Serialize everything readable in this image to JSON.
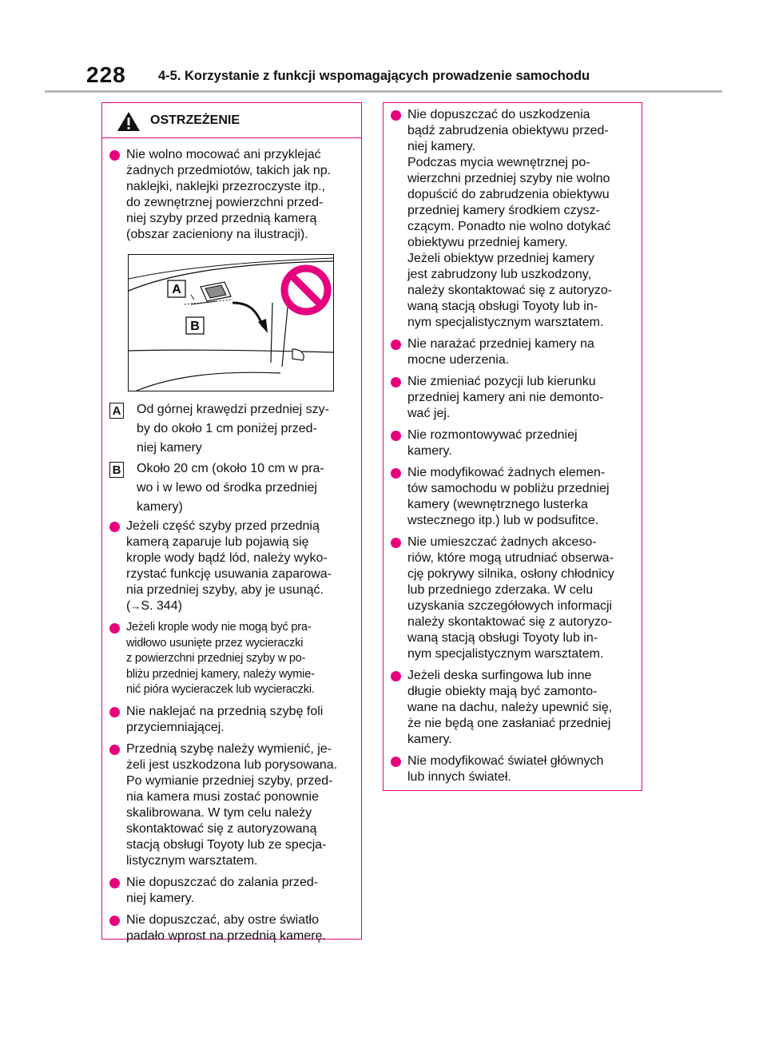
{
  "header": {
    "page_number": "228",
    "section_title": "4-5. Korzystanie z funkcji wspomagających prowadzenie samochodu"
  },
  "warning": {
    "title": "OSTRZEŻENIE"
  },
  "left_column": {
    "item1": [
      "Nie wolno mocować ani przyklejać",
      "żadnych przedmiotów, takich jak np.",
      "naklejki, naklejki przezroczyste itp.,",
      "do zewnętrznej powierzchni przed-",
      "niej szyby przed przednią kamerą",
      "(obszar zacieniony na ilustracji)."
    ],
    "figure_labels": {
      "a": "A",
      "b": "B"
    },
    "legend_a": [
      "Od górnej krawędzi przedniej szy-",
      "by do około 1 cm poniżej przed-",
      "niej kamery"
    ],
    "legend_b": [
      "Około 20 cm (około 10 cm w pra-",
      "wo i w lewo od środka przedniej",
      "kamery)"
    ],
    "item2": [
      "Jeżeli część szyby przed przednią",
      "kamerą zaparuje lub pojawią się",
      "krople wody bądź lód, należy wyko-",
      "rzystać funkcję usuwania zaparowa-",
      "nia przedniej szyby, aby je usunąć."
    ],
    "item2_ref_arrow": "→",
    "item2_ref_page": "S. 344)",
    "item3": [
      "Jeżeli krople wody nie mogą być pra-",
      "widłowo usunięte przez wycieraczki",
      "z powierzchni przedniej szyby w po-",
      "bliżu przedniej kamery, należy wymie-",
      "nić pióra wycieraczek lub wycieraczki."
    ],
    "item4": [
      "Nie naklejać na przednią szybę foli",
      "przyciemniającej."
    ],
    "item5": [
      "Przednią szybę należy wymienić, je-",
      "żeli jest uszkodzona lub porysowana.",
      "Po wymianie przedniej szyby, przed-",
      "nia kamera musi zostać ponownie",
      "skalibrowana. W tym celu należy",
      "skontaktować się z autoryzowaną",
      "stacją obsługi Toyoty lub ze specja-",
      "listycznym warsztatem."
    ],
    "item6": [
      "Nie dopuszczać do zalania przed-",
      "niej kamery."
    ],
    "item7": [
      "Nie dopuszczać, aby ostre światło",
      "padało wprost na przednią kamerę."
    ]
  },
  "right_column": {
    "item1": [
      "Nie dopuszczać do uszkodzenia",
      "bądź zabrudzenia obiektywu przed-",
      "niej kamery.",
      "Podczas mycia wewnętrznej po-",
      "wierzchni przedniej szyby nie wolno",
      "dopuścić do zabrudzenia obiektywu",
      "przedniej kamery środkiem czysz-",
      "czącym. Ponadto nie wolno dotykać",
      "obiektywu przedniej kamery.",
      "Jeżeli obiektyw przedniej kamery",
      "jest zabrudzony lub uszkodzony,",
      "należy skontaktować się z autoryzo-",
      "waną stacją obsługi Toyoty lub in-",
      "nym specjalistycznym warsztatem."
    ],
    "item2": [
      "Nie narażać przedniej kamery na",
      "mocne uderzenia."
    ],
    "item3": [
      "Nie zmieniać pozycji lub kierunku",
      "przedniej kamery ani nie demonto-",
      "wać jej."
    ],
    "item4": [
      "Nie rozmontowywać przedniej",
      "kamery."
    ],
    "item5": [
      "Nie modyfikować żadnych elemen-",
      "tów samochodu w pobliżu przedniej",
      "kamery (wewnętrznego lusterka",
      "wstecznego itp.) lub w podsufitce."
    ],
    "item6": [
      "Nie umieszczać żadnych akceso-",
      "riów, które mogą utrudniać obserwa-",
      "cję pokrywy silnika, osłony chłodnicy",
      "lub przedniego zderzaka. W celu",
      "uzyskania szczegółowych informacji",
      "należy skontaktować się z autoryzo-",
      "waną stacją obsługi Toyoty lub in-",
      "nym specjalistycznym warsztatem."
    ],
    "item7": [
      "Jeżeli deska surfingowa lub inne",
      "długie obiekty mają być zamonto-",
      "wane na dachu, należy upewnić się,",
      "że nie będą one zasłaniać przedniej",
      "kamery."
    ],
    "item8": [
      "Nie modyfikować świateł głównych",
      "lub innych świateł."
    ]
  },
  "colors": {
    "accent": "#e6007e",
    "rule": "#b7b7b7"
  },
  "icons": [
    "warning-triangle-icon",
    "no-entry-icon",
    "bullet-dot-icon"
  ]
}
